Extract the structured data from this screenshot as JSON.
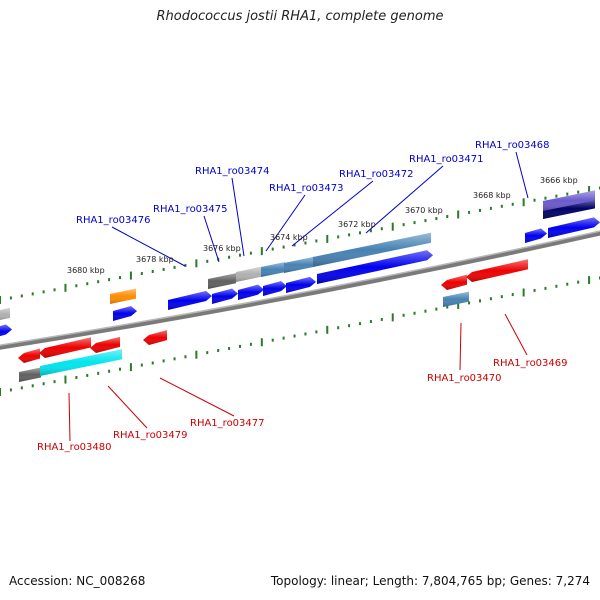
{
  "title": "Rhodococcus jostii RHA1, complete genome",
  "footer": {
    "accession": "Accession: NC_008268",
    "summary": "Topology: linear; Length: 7,804,765 bp; Genes: 7,274"
  },
  "colors": {
    "forward_label": "#0000cc",
    "reverse_label": "#cc0000",
    "backbone": "#7a7a7a",
    "tick": "#2a7a2a",
    "gene_blue": "#0000ee",
    "gene_red": "#ee0000",
    "gene_steel": "#4682b4",
    "gene_grey": "#b0b0b0",
    "gene_darkgrey": "#606060",
    "gene_orange": "#ff8c00",
    "gene_cyan": "#00e5ee",
    "gene_navy": "#000066",
    "gene_slate": "#6a5acd"
  },
  "scale_labels": [
    "3666 kbp",
    "3668 kbp",
    "3670 kbp",
    "3672 kbp",
    "3674 kbp",
    "3676 kbp",
    "3678 kbp",
    "3680 kbp"
  ],
  "forward_genes": [
    "RHA1_ro03468",
    "RHA1_ro03471",
    "RHA1_ro03472",
    "RHA1_ro03473",
    "RHA1_ro03474",
    "RHA1_ro03475",
    "RHA1_ro03476"
  ],
  "reverse_genes": [
    "RHA1_ro03469",
    "RHA1_ro03470",
    "RHA1_ro03477",
    "RHA1_ro03479",
    "RHA1_ro03480"
  ]
}
